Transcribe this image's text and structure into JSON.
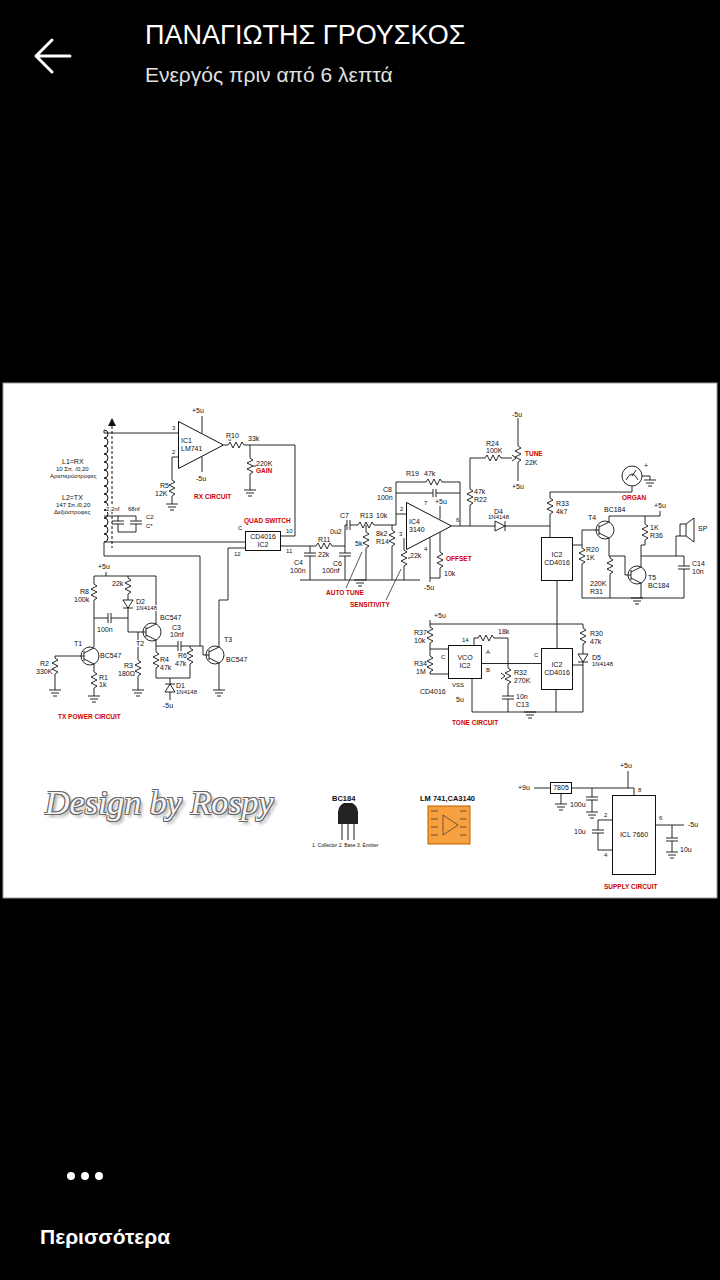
{
  "diagram": {
    "nodes": [
      {
        "text": [
          "IC1",
          "LM741"
        ]
      },
      {
        "text": [
          "CD4016",
          "IC2"
        ]
      },
      {
        "text": [
          "IC4",
          "3140"
        ]
      },
      {
        "text": [
          "IC2",
          "CD4016"
        ]
      },
      {
        "text": [
          "VCO",
          "IC2"
        ]
      },
      {
        "text": [
          "IC2",
          "CD4016"
        ]
      },
      {
        "text": [
          "7805"
        ]
      },
      {
        "text": [
          "ICL 7660"
        ]
      }
    ],
    "edges": [
      {
        "from": 3,
        "to": 5,
        "arrow": "none"
      },
      {
        "from": 4,
        "to": 5,
        "arrow": "none"
      },
      {
        "from": 6,
        "to": 7,
        "arrow": "none"
      }
    ],
    "labels": [
      "ΠΑΝΑΓΙΩΤΗΣ ΓΡΟΥΣΚΟΣ",
      "Ενεργός πριν από 6 λεπτά",
      "Περισσότερα",
      "L1=RX",
      "10 Σπ. /0,20",
      "Αριστερόστροφες",
      "L2=TX",
      "147 Σπ./0,20",
      "Δεξιόστροφες",
      "2,2nf",
      "68nf",
      "C2",
      "C*",
      "+5u",
      "3",
      "2",
      "6",
      "-5u",
      "R10",
      "33k",
      "220K",
      "GAIN",
      "R5",
      "12K",
      "RX CIRCUIT",
      "QUAD SWITCH",
      "C",
      "12",
      "11",
      "10",
      "+5u",
      "R8",
      "100k",
      "22k",
      "D2",
      "1N4148",
      "100n",
      "BC547",
      "C3",
      "10nf",
      "T2",
      "T1",
      "BC547",
      "R2",
      "330K",
      "R1",
      "1k",
      "R3",
      "180Ω",
      "R4",
      "47k",
      "R6",
      "47k",
      "T3",
      "BC547",
      "D1",
      "1N4148",
      "-5u",
      "TX POWER CIRCUIT",
      "C7",
      "R13",
      "R19",
      "47k",
      "C8",
      "100n",
      "+5u",
      "47k",
      "R22",
      "R24",
      "100K",
      "-5u",
      "TUNE",
      "22K",
      "+5u",
      "7",
      "2",
      "3",
      "6",
      "4",
      "10k",
      "R11",
      "22k",
      "0u2",
      "5k",
      "8k2",
      "R14",
      "C6",
      "100nf",
      "C4",
      "100n",
      "22k",
      "10k",
      "OFFSET",
      "-5u",
      "AUTO TUNE",
      "SENSITIVITY",
      "D4",
      "1N4148",
      "ORGAN",
      "R33",
      "4k7",
      "T4",
      "BC184",
      "+5u",
      "SP",
      "1K",
      "R36",
      "R20",
      "1K",
      "220K",
      "R31",
      "BC184",
      "T5",
      "C14",
      "10n",
      "+5u",
      "R37",
      "10k",
      "18k",
      "R34",
      "1M",
      "14",
      "C",
      "A",
      "B",
      "VSS",
      "CD4016",
      "5u",
      "R32",
      "270K",
      "10n",
      "C13",
      "C",
      "R30",
      "47k",
      "D5",
      "1N4148",
      "TONE CIRCUIT",
      "Design by Rospy",
      "BC184",
      "1. Collector 2. Base 3. Emitter",
      "LM 741,CA3140",
      "+9u",
      "+5u",
      "100u",
      "10u",
      "8",
      "2",
      "4",
      "6",
      "-5u",
      "10u",
      "SUPPLY CIRCUIT",
      "+"
    ]
  }
}
